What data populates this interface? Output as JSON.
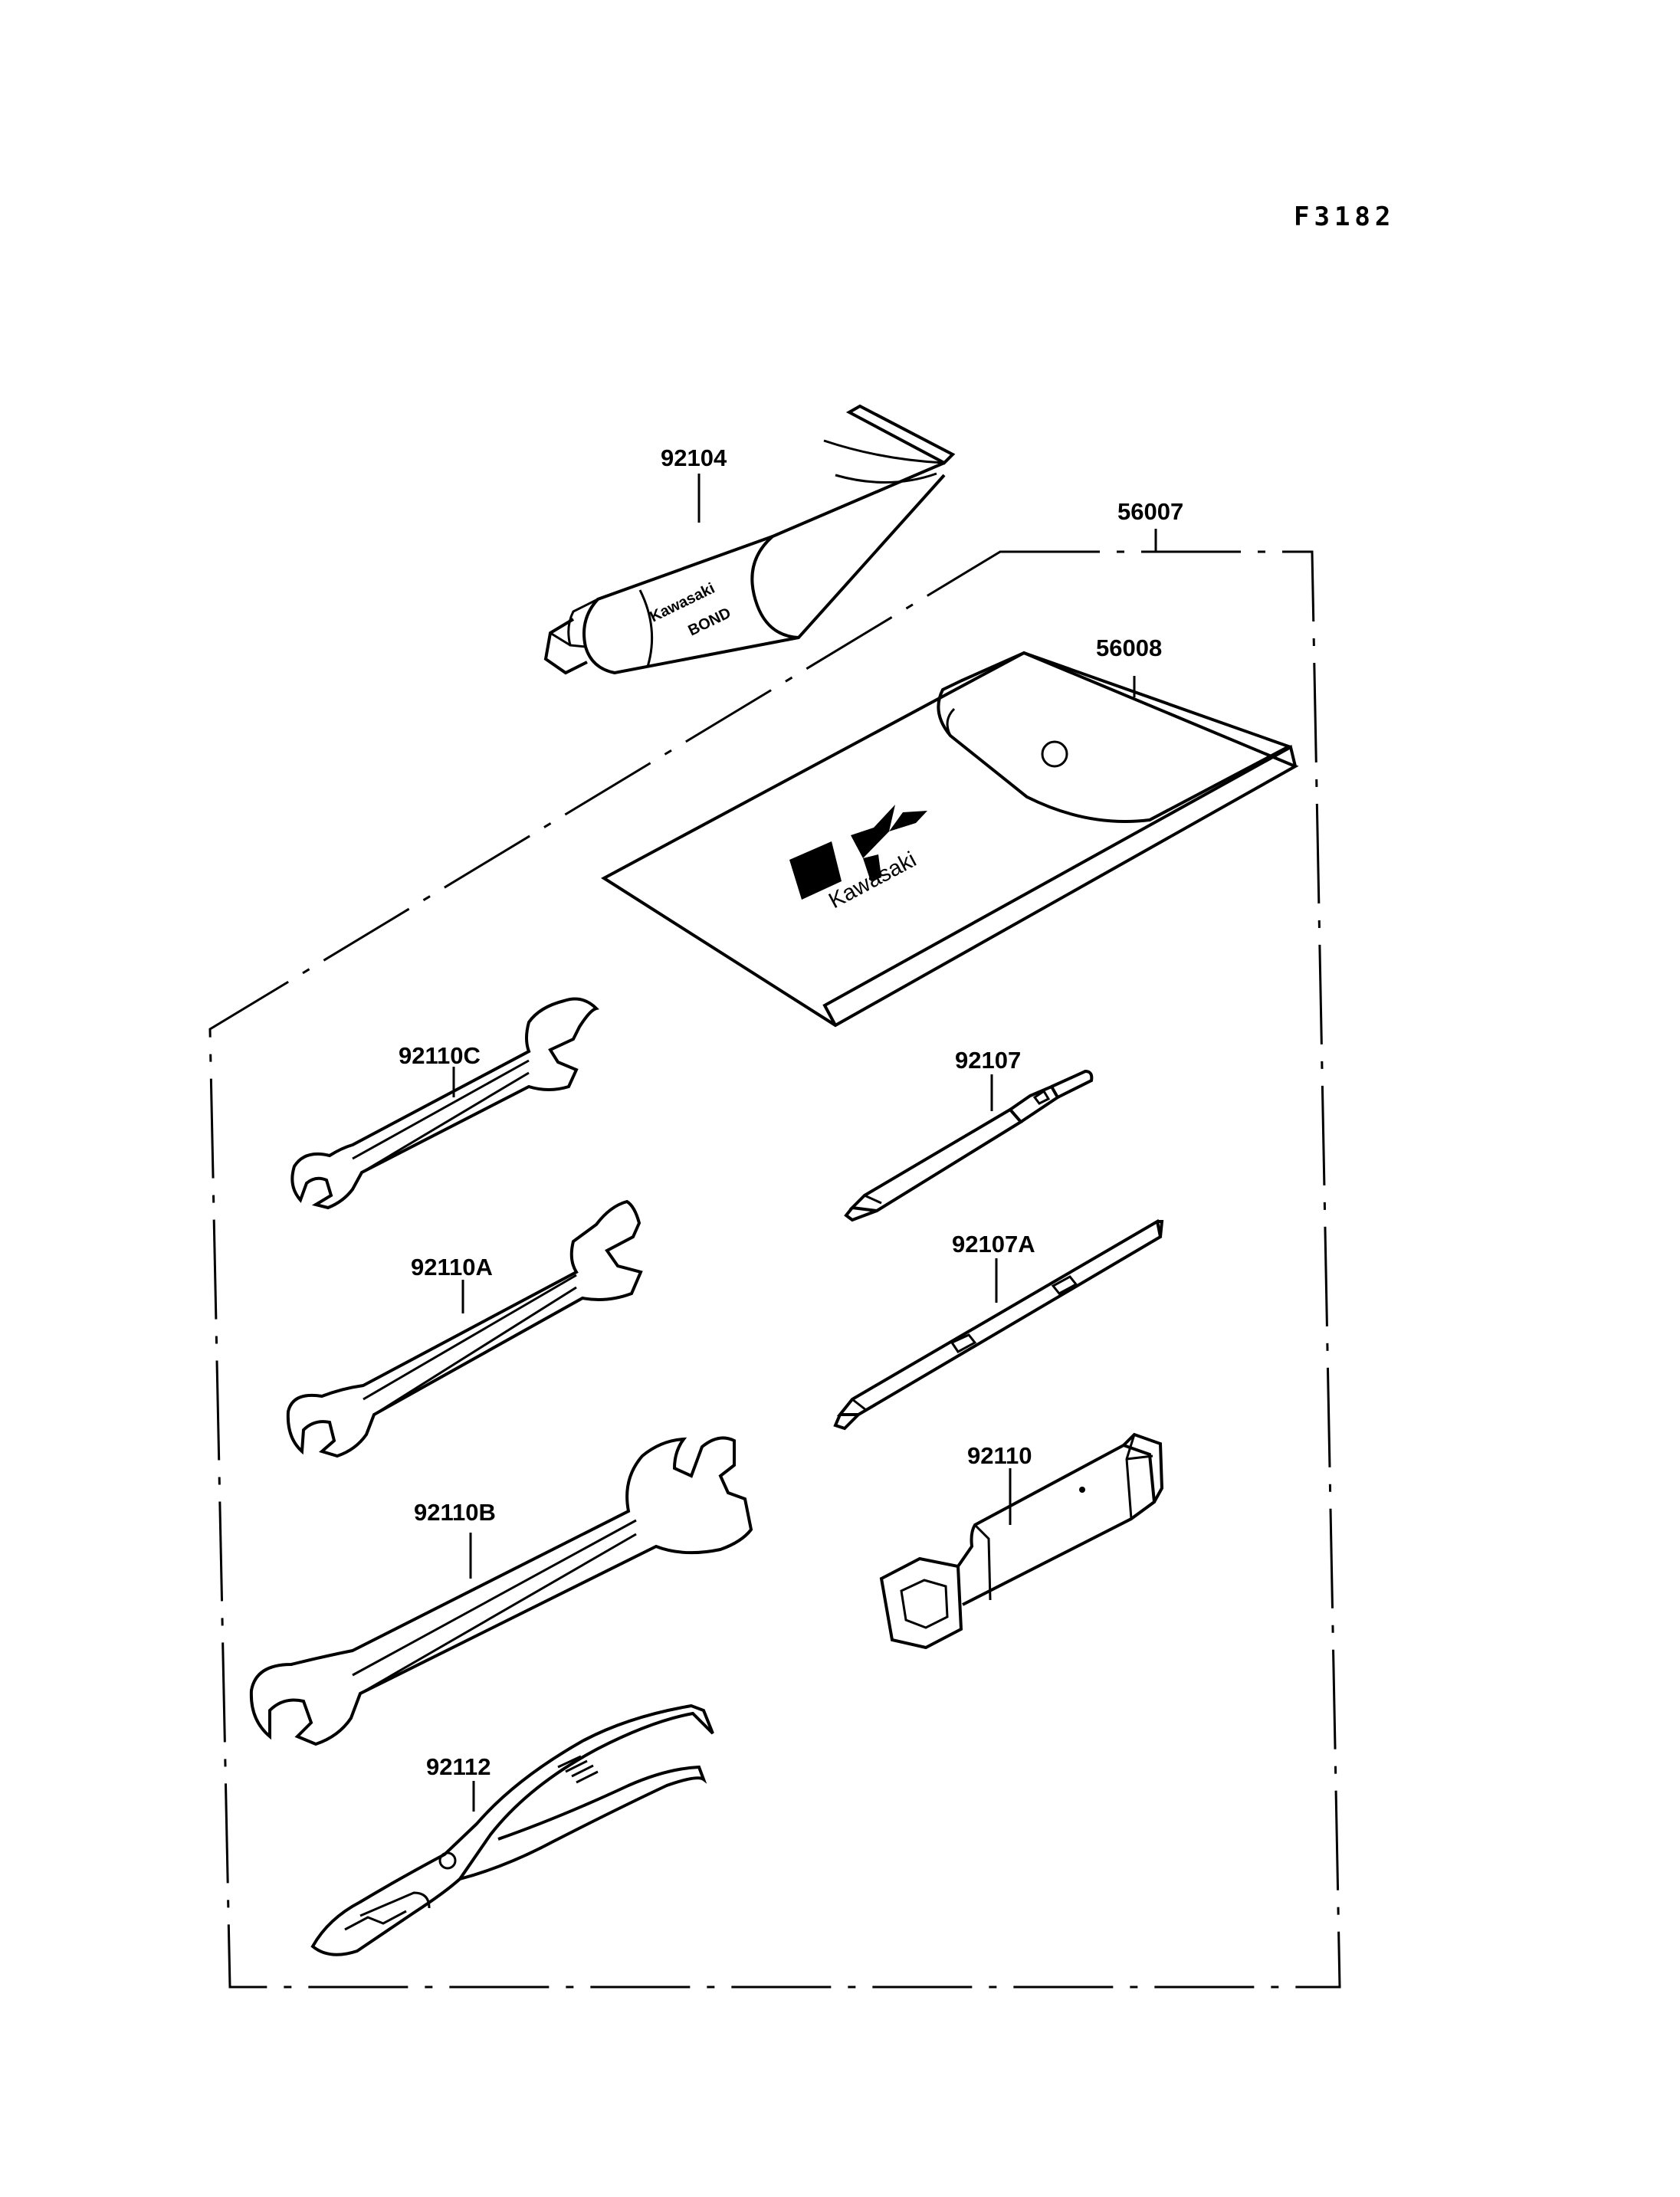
{
  "figure_code": "F3182",
  "parts": {
    "tube": "92104",
    "kit": "56007",
    "bag": "56008",
    "wrench_c": "92110C",
    "wrench_a": "92110A",
    "wrench_b": "92110B",
    "pliers": "92112",
    "screwdriver": "92107",
    "screwdriver_a": "92107A",
    "box_wrench": "92110"
  },
  "tube_text": {
    "line1": "Kawasaki",
    "line2": "BOND"
  },
  "bag_logo_text": "Kawasaki",
  "colors": {
    "ink": "#000000",
    "paper": "#ffffff"
  }
}
